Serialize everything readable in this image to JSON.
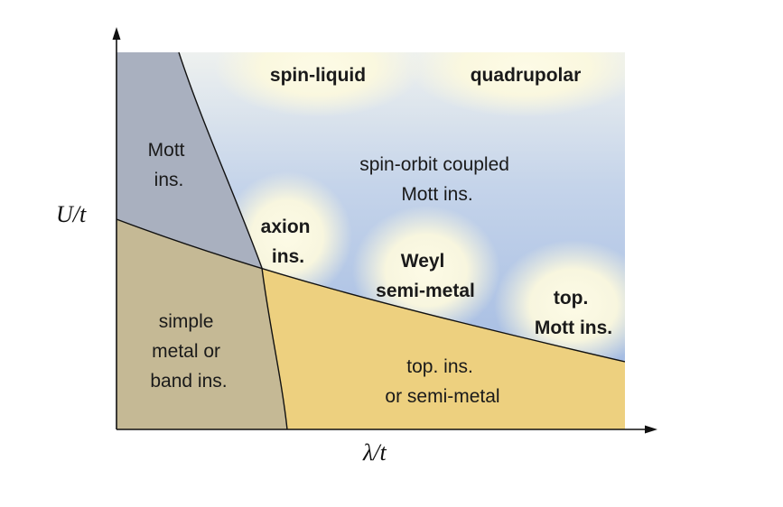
{
  "axes": {
    "x_label": "λ/t",
    "y_label": "U/t"
  },
  "colors": {
    "mott_region": "#a9b0bf",
    "simple_metal_region": "#c5b995",
    "top_ins_region": "#edd07f",
    "spin_orbit_background_top": "#eef0ea",
    "spin_orbit_background_bottom": "#9bb6e2",
    "highlight_glow": "#fbf8dd",
    "boundary_line": "#111111"
  },
  "regions": {
    "mott_ins": [
      "Mott",
      "ins."
    ],
    "simple_metal": [
      "simple",
      "metal or",
      "band ins."
    ],
    "spin_orbit_mott": [
      "spin-orbit coupled",
      "Mott ins."
    ],
    "top_ins": [
      "top. ins.",
      "or semi-metal"
    ],
    "axion_ins": [
      "axion",
      "ins."
    ],
    "weyl_semimetal": [
      "Weyl",
      "semi-metal"
    ],
    "top_mott_ins": [
      "top.",
      "Mott ins."
    ],
    "spin_liquid": [
      "spin-liquid"
    ],
    "quadrupolar": [
      "quadrupolar"
    ]
  }
}
